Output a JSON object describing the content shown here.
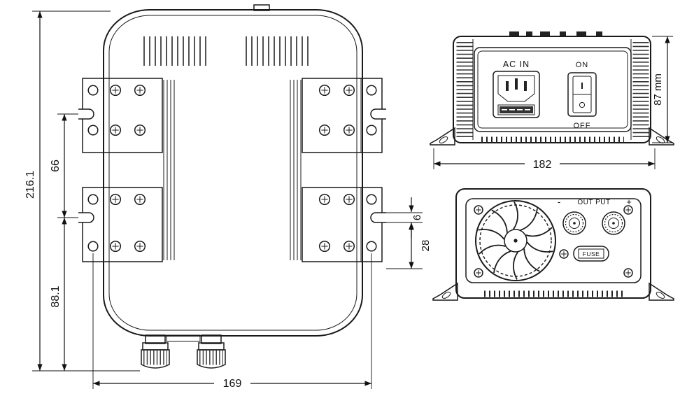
{
  "top_view": {
    "overall_height": "216.1",
    "bracket_slot_spacing": "66",
    "lower_section_height": "88.1",
    "overall_width": "169",
    "slot_width": "6",
    "slot_to_edge": "28"
  },
  "front_view": {
    "ac_in_label": "AC IN",
    "on_label": "ON",
    "off_label": "OFF",
    "width": "182",
    "height": "87 mm"
  },
  "rear_view": {
    "minus_label": "-",
    "output_label": "OUT PUT",
    "plus_label": "+",
    "fuse_label": "FUSE"
  },
  "colors": {
    "line": "#1a1a1a",
    "background": "#ffffff"
  }
}
